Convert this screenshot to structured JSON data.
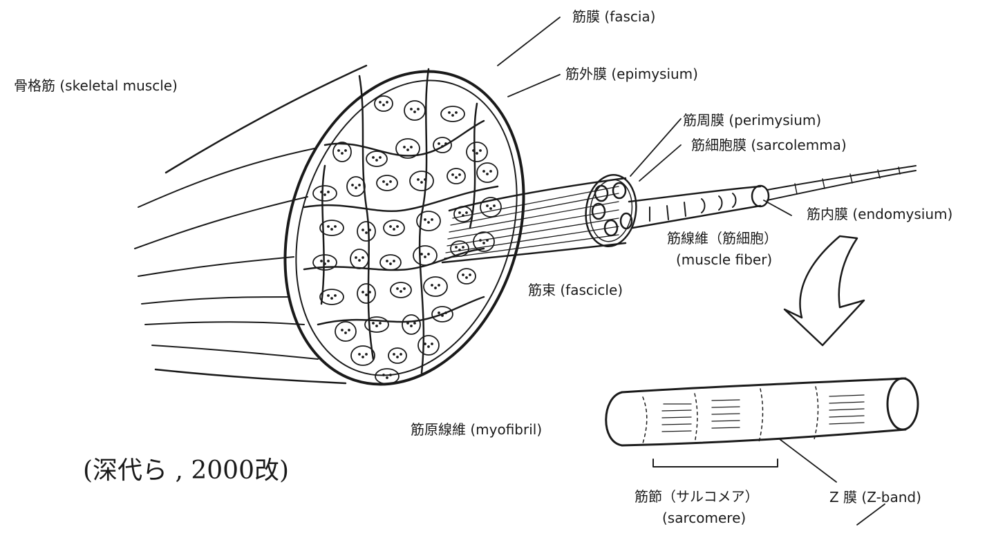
{
  "labels": {
    "fascia": "筋膜 (fascia)",
    "skeletal_muscle": "骨格筋 (skeletal   muscle)",
    "epimysium": "筋外膜 (epimysium)",
    "perimysium": "筋周膜 (perimysium)",
    "sarcolemma": "筋細胞膜 (sarcolemma)",
    "endomysium": "筋内膜 (endomysium)",
    "muscle_fiber_jp": "筋線維（筋細胞）",
    "muscle_fiber_en": "(muscle fiber)",
    "fascicle": "筋束 (fascicle)",
    "myofibril": "筋原線維 (myofibril)",
    "sarcomere_jp": "筋節（サルコメア）",
    "sarcomere_en": "(sarcomere)",
    "z_band": "Z 膜 (Z-band)"
  },
  "citation": "(深代ら , 2000改)",
  "colors": {
    "ink": "#1a1a1a",
    "background": "#ffffff"
  }
}
